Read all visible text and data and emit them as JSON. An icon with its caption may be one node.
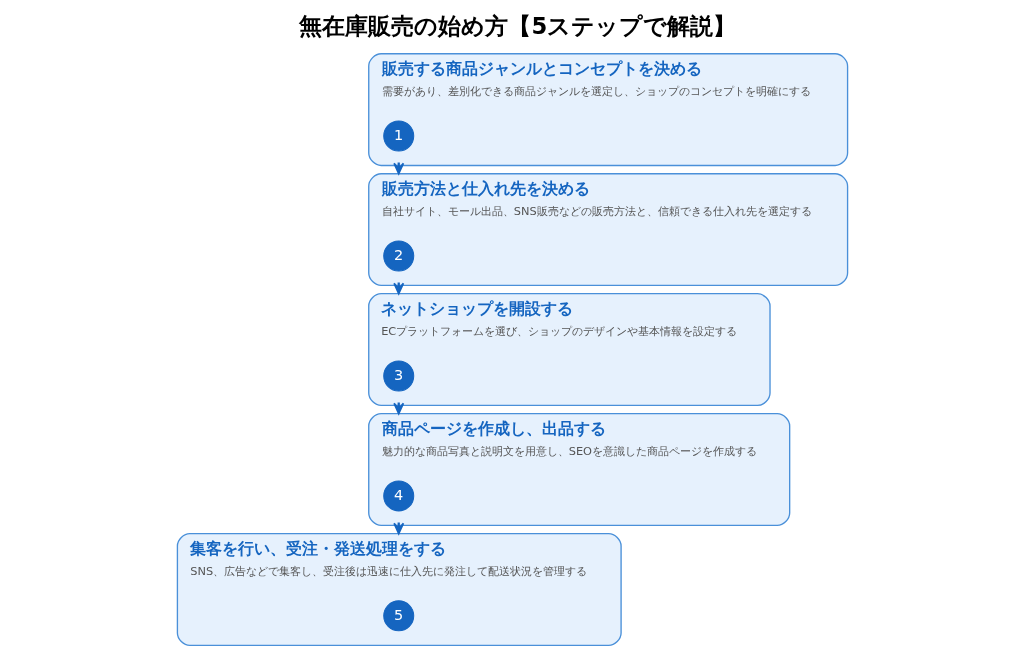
{
  "diagram": {
    "title": "無在庫販売の始め方【5ステップで解説】",
    "nodes": [
      {
        "text": [
          "販売する商品ジャンルとコンセプトを決める",
          "需要があり、差別化できる商品ジャンルを選定し、ショップのコンセプトを明確にする"
        ]
      },
      {
        "text": [
          "1"
        ],
        "in": 0
      },
      {
        "text": [
          "販売方法と仕入れ先を決める",
          "自社サイト、モール出品、SNS販売などの販売方法と、信頼できる仕入れ先を選定する"
        ]
      },
      {
        "text": [
          "2"
        ],
        "in": 2
      },
      {
        "text": [
          "ネットショップを開設する",
          "ECプラットフォームを選び、ショップのデザインや基本情報を設定する"
        ]
      },
      {
        "text": [
          "3"
        ],
        "in": 4
      },
      {
        "text": [
          "商品ページを作成し、出品する",
          "魅力的な商品写真と説明文を用意し、SEOを意識した商品ページを作成する"
        ]
      },
      {
        "text": [
          "4"
        ],
        "in": 6
      },
      {
        "text": [
          "集客を行い、受注・発送処理をする",
          "SNS、広告などで集客し、受注後は迅速に仕入先に発注して配送状況を管理する"
        ]
      },
      {
        "text": [
          "5"
        ],
        "in": 8
      }
    ],
    "edges": [
      {
        "from": 0,
        "to": 2,
        "arrow": "to"
      },
      {
        "from": 2,
        "to": 4,
        "arrow": "to"
      },
      {
        "from": 4,
        "to": 6,
        "arrow": "to"
      },
      {
        "from": 6,
        "to": 8,
        "arrow": "to"
      }
    ]
  }
}
